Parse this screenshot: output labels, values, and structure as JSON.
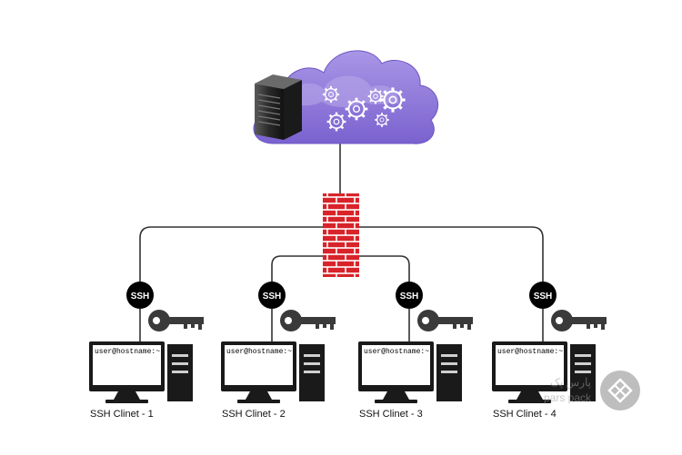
{
  "colors": {
    "cloud": "#8e77d8",
    "cloud_light": "#b9a9ea",
    "firewall": "#d8232a",
    "line": "#333333",
    "ssh_badge": "#000000",
    "key": "#3a3a3a",
    "computer": "#1a1a1a"
  },
  "icons": {
    "server": "server-icon",
    "cloud": "cloud-icon",
    "gears": "gears-icon",
    "firewall": "firewall-brick-icon",
    "key": "key-icon",
    "computer": "desktop-computer-icon",
    "watermark": "parspack-logo-icon"
  },
  "clients": [
    {
      "ssh_label": "SSH",
      "terminal_prompt": "user@hostname:~",
      "label": "SSH Clinet - 1"
    },
    {
      "ssh_label": "SSH",
      "terminal_prompt": "user@hostname:~",
      "label": "SSH Clinet - 2"
    },
    {
      "ssh_label": "SSH",
      "terminal_prompt": "user@hostname:~",
      "label": "SSH Clinet - 3"
    },
    {
      "ssh_label": "SSH",
      "terminal_prompt": "user@hostname:~",
      "label": "SSH Clinet - 4"
    }
  ],
  "watermark": {
    "fa": "پارس پک",
    "en": "pars pack"
  }
}
